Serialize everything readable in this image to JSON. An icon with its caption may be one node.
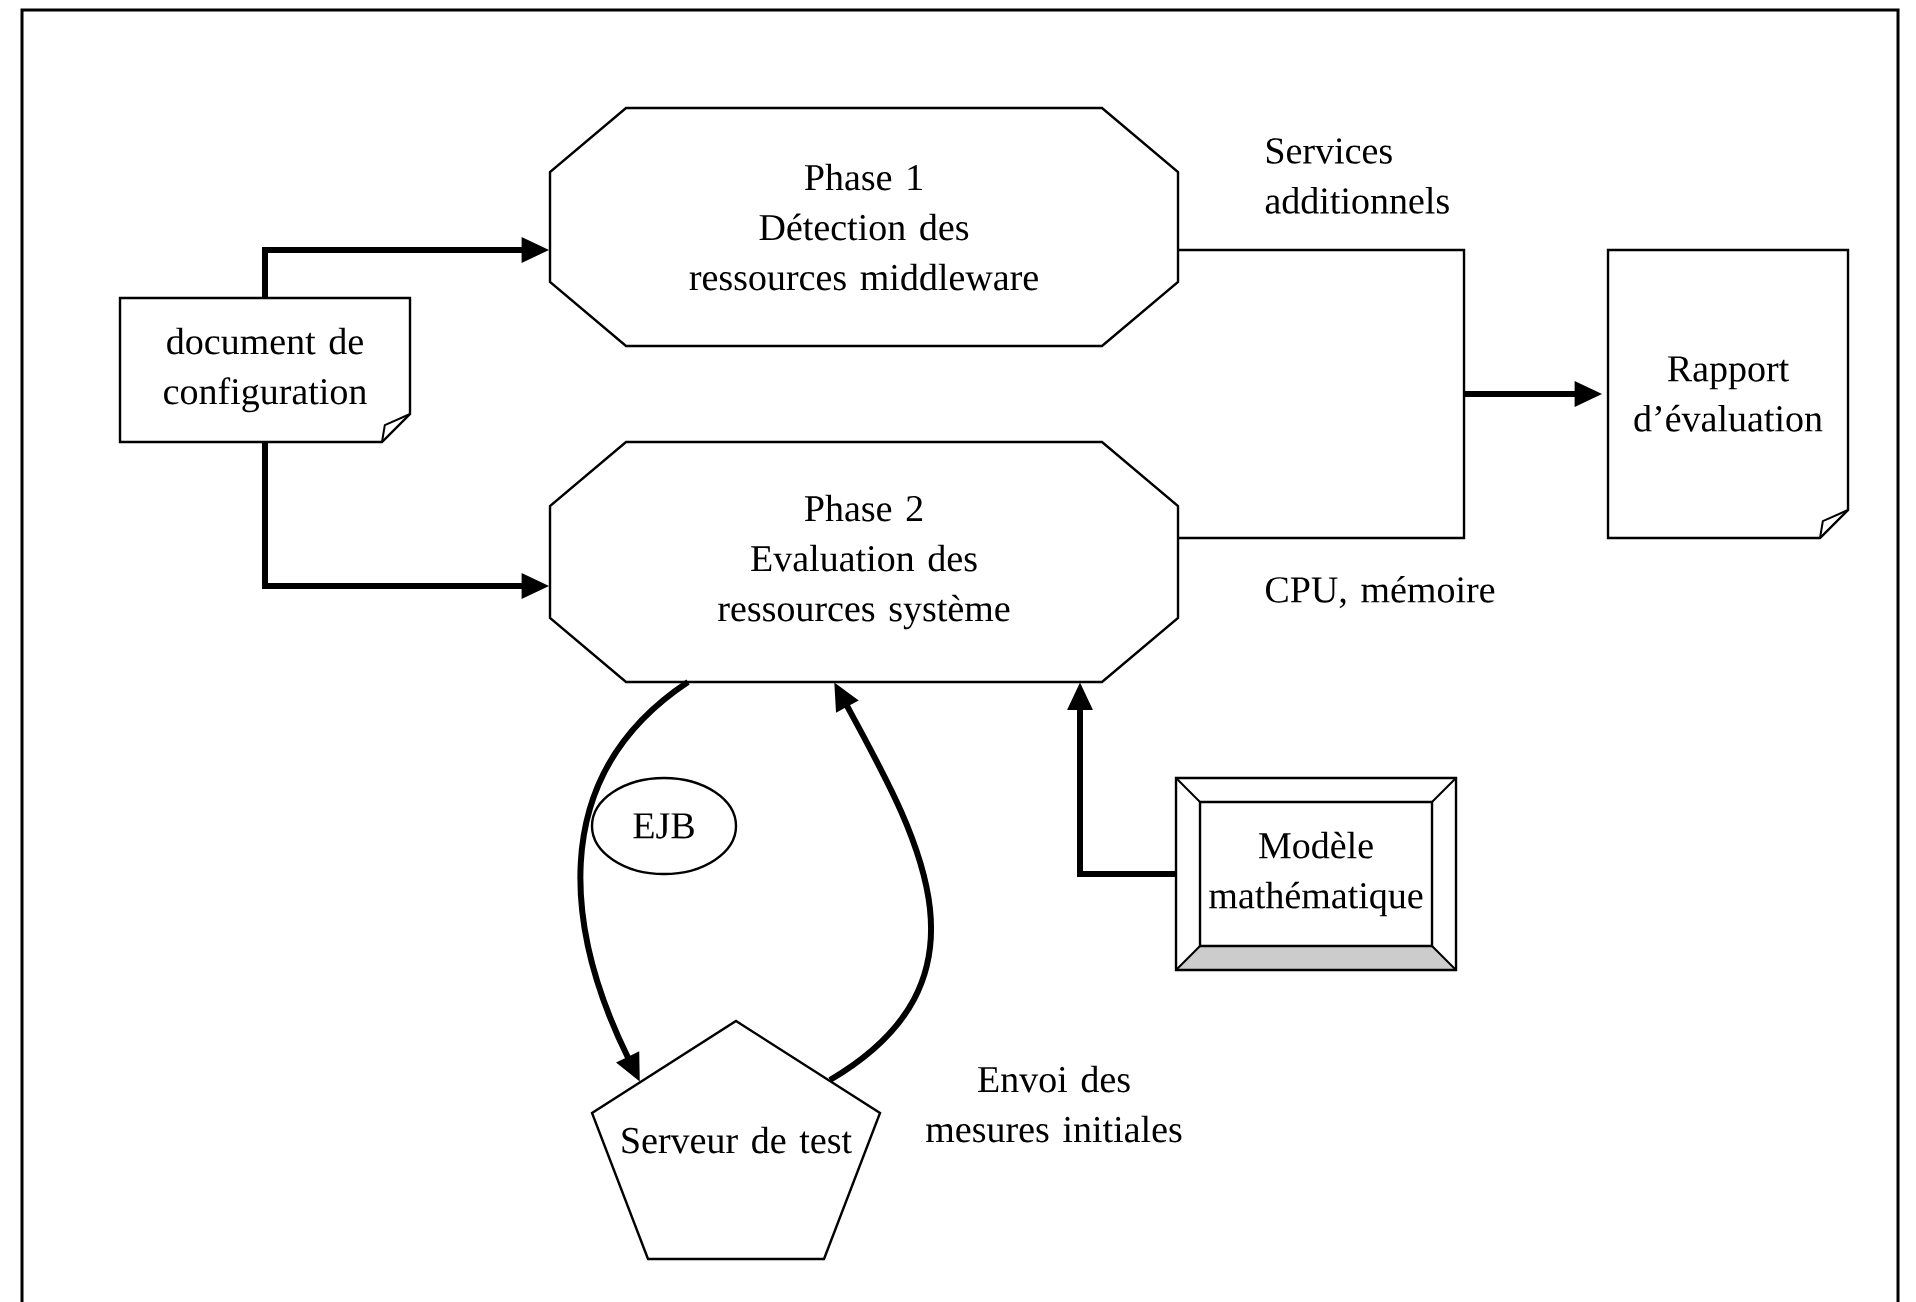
{
  "diagram": {
    "nodes": [
      {
        "text": [
          "document de configuration"
        ]
      },
      {
        "text": [
          "Phase 1",
          "Détection des ressources middleware"
        ]
      },
      {
        "text": [
          "Phase 2",
          "Evaluation des ressources système"
        ]
      },
      {
        "text": [
          "Rapport d’évaluation"
        ]
      },
      {
        "text": [
          "Modèle mathématique"
        ]
      },
      {
        "text": [
          "Serveur de test"
        ]
      },
      {
        "text": [
          "EJB"
        ]
      }
    ],
    "edges": [
      {
        "from": 0,
        "to": 1,
        "arrow": "to"
      },
      {
        "from": 0,
        "to": 2,
        "arrow": "to"
      },
      {
        "from": 1,
        "to": 3,
        "arrow": "to",
        "label": "Services additionnels"
      },
      {
        "from": 2,
        "to": 3,
        "arrow": "to",
        "label": "CPU,  mémoire"
      },
      {
        "from": 2,
        "to": 5,
        "arrow": "to"
      },
      {
        "from": 5,
        "to": 2,
        "arrow": "to",
        "label": "Envoi des mesures initiales"
      },
      {
        "from": 4,
        "to": 2,
        "arrow": "to"
      }
    ]
  }
}
